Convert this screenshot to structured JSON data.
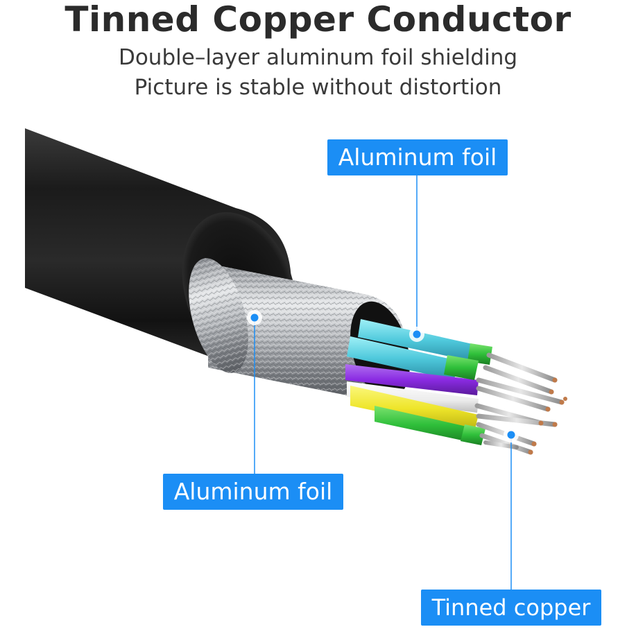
{
  "header": {
    "title": "Tinned Copper Conductor",
    "subtitle_line1": "Double–layer aluminum foil shielding",
    "subtitle_line2": "Picture is stable without distortion"
  },
  "callouts": {
    "top_label": "Aluminum foil",
    "left_label": "Aluminum foil",
    "bottom_label": "Tinned copper"
  },
  "colors": {
    "label_bg": "#1b8ef5",
    "jacket": "#1a1a1a",
    "foil": "#c9cdd2",
    "wire_cyan": "#5fd6e6",
    "wire_purple": "#8a2be2",
    "wire_white": "#f2f2f2",
    "wire_yellow": "#f4ee2a",
    "wire_green": "#2fbf3a",
    "copper": "#c9c9c9"
  }
}
